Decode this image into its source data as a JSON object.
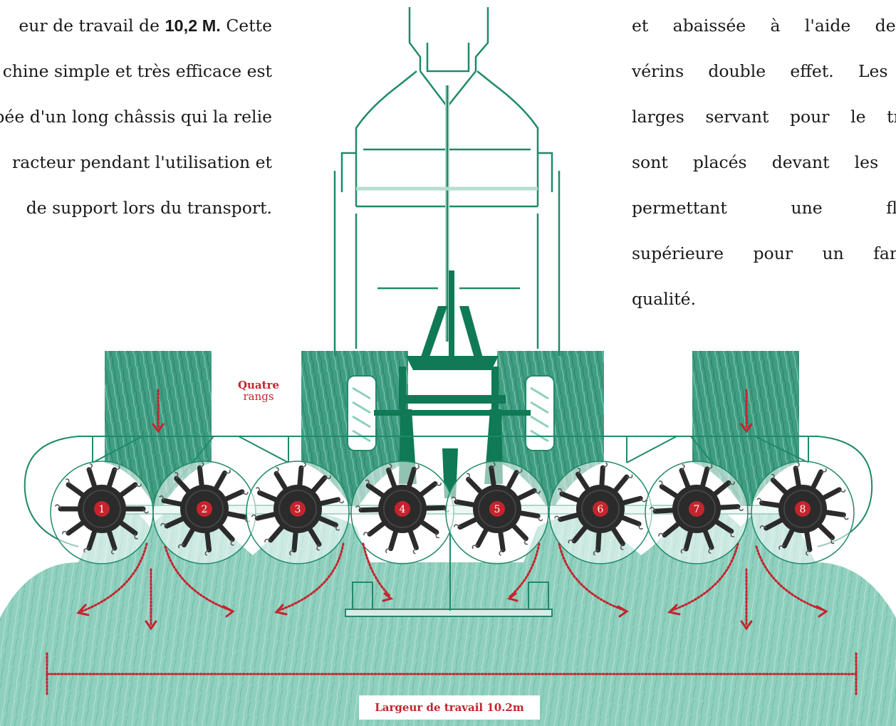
{
  "left_paragraph": {
    "line1_prefix": "eur de travail de ",
    "line1_bold": "10,2 M.",
    "line1_suffix": " Cette",
    "line2": "chine simple et très efficace est",
    "line3": "ipée d'un long châssis qui la relie",
    "line4": "racteur pendant l'utilisation et",
    "line5": "de support lors du transport."
  },
  "right_paragraph": {
    "line1": "et abaissée à l'aide de d",
    "line2": "vérins double effet. Les pr",
    "line3": "larges servant pour le trans",
    "line4": "sont placés devant les tou",
    "line5": "permettant une flotta",
    "line6": "supérieure pour un fanage",
    "line7": "qualité."
  },
  "labels": {
    "rows_bold": "Quatre",
    "rows_sub": "rangs",
    "working_width": "Largeur de travail 10.2m"
  },
  "rotors": [
    "1",
    "2",
    "3",
    "4",
    "5",
    "6",
    "7",
    "8"
  ],
  "colors": {
    "frame_green": "#1f8a6a",
    "dark_green": "#0f7a55",
    "grass": "#8cccbc",
    "grass_dark": "#4aa58c",
    "rotor_dark": "#2b2b2b",
    "accent_red": "#c5242c"
  }
}
